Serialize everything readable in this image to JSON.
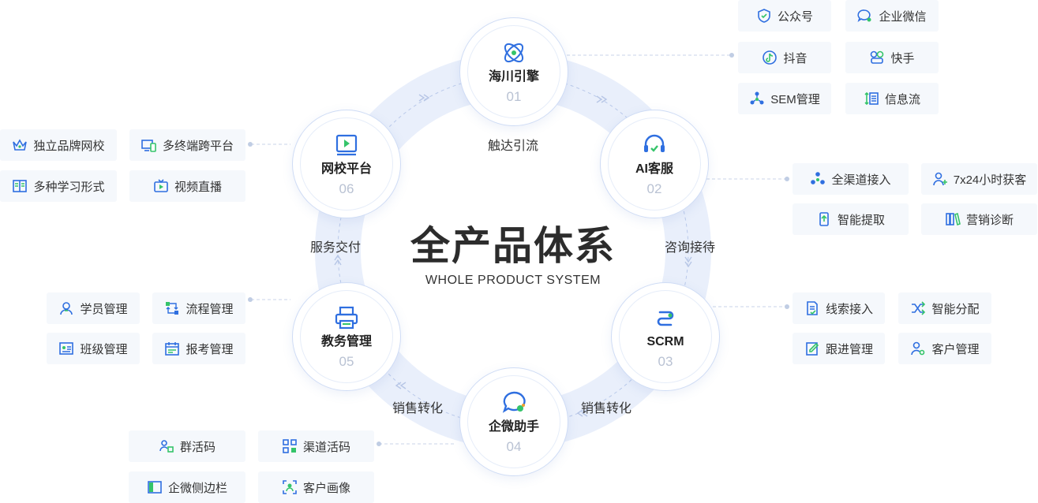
{
  "center": {
    "title": "全产品体系",
    "subtitle": "WHOLE PRODUCT SYSTEM"
  },
  "nodes": [
    {
      "label": "海川引擎",
      "num": "01",
      "icon": "orbit-icon"
    },
    {
      "label": "AI客服",
      "num": "02",
      "icon": "headset-icon"
    },
    {
      "label": "SCRM",
      "num": "03",
      "icon": "link-chain-icon"
    },
    {
      "label": "企微助手",
      "num": "04",
      "icon": "chat-bubble-icon"
    },
    {
      "label": "教务管理",
      "num": "05",
      "icon": "printer-icon"
    },
    {
      "label": "网校平台",
      "num": "06",
      "icon": "video-screen-icon"
    }
  ],
  "arc_labels": [
    "触达引流",
    "咨询接待",
    "销售转化",
    "销售转化",
    "服务交付"
  ],
  "groups": {
    "engine": [
      {
        "label": "公众号",
        "icon": "shield-check-icon"
      },
      {
        "label": "企业微信",
        "icon": "wecom-chat-icon"
      },
      {
        "label": "抖音",
        "icon": "music-note-icon"
      },
      {
        "label": "快手",
        "icon": "circles-icon"
      },
      {
        "label": "SEM管理",
        "icon": "network-icon"
      },
      {
        "label": "信息流",
        "icon": "list-arrow-icon"
      }
    ],
    "ai": [
      {
        "label": "全渠道接入",
        "icon": "dots-cluster-icon"
      },
      {
        "label": "7x24小时获客",
        "icon": "user-plus-icon"
      },
      {
        "label": "智能提取",
        "icon": "phone-upload-icon"
      },
      {
        "label": "营销诊断",
        "icon": "books-icon"
      }
    ],
    "scrm": [
      {
        "label": "线索接入",
        "icon": "document-icon"
      },
      {
        "label": "智能分配",
        "icon": "shuffle-icon"
      },
      {
        "label": "跟进管理",
        "icon": "edit-icon"
      },
      {
        "label": "客户管理",
        "icon": "user-gear-icon"
      }
    ],
    "wecom": [
      {
        "label": "群活码",
        "icon": "group-qr-icon"
      },
      {
        "label": "渠道活码",
        "icon": "qr-code-icon"
      },
      {
        "label": "企微侧边栏",
        "icon": "sidebar-icon"
      },
      {
        "label": "客户画像",
        "icon": "portrait-icon"
      }
    ],
    "edu": [
      {
        "label": "学员管理",
        "icon": "user-icon"
      },
      {
        "label": "流程管理",
        "icon": "flow-icon"
      },
      {
        "label": "班级管理",
        "icon": "class-card-icon"
      },
      {
        "label": "报考管理",
        "icon": "calendar-icon"
      }
    ],
    "school": [
      {
        "label": "独立品牌网校",
        "icon": "crown-icon"
      },
      {
        "label": "多终端跨平台",
        "icon": "devices-icon"
      },
      {
        "label": "多种学习形式",
        "icon": "open-book-icon"
      },
      {
        "label": "视频直播",
        "icon": "tv-play-icon"
      }
    ]
  },
  "colors": {
    "accent_blue": "#2f6fe0",
    "accent_green": "#35c46a",
    "ring": "#e9effb",
    "tag_bg": "#f5f8fc"
  }
}
